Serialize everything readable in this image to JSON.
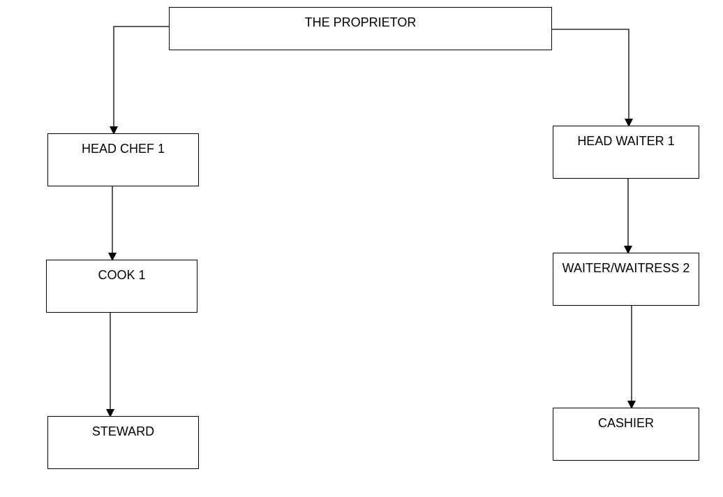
{
  "org_chart": {
    "proprietor": "THE PROPRIETOR",
    "kitchen": {
      "head_chef": "HEAD CHEF 1",
      "cook": "COOK 1",
      "steward": "STEWARD"
    },
    "service": {
      "head_waiter": "HEAD WAITER 1",
      "waiter": "WAITER/WAITRESS 2",
      "cashier": "CASHIER"
    }
  },
  "colors": {
    "line": "#000000",
    "box_border": "#000000",
    "background": "#ffffff"
  }
}
